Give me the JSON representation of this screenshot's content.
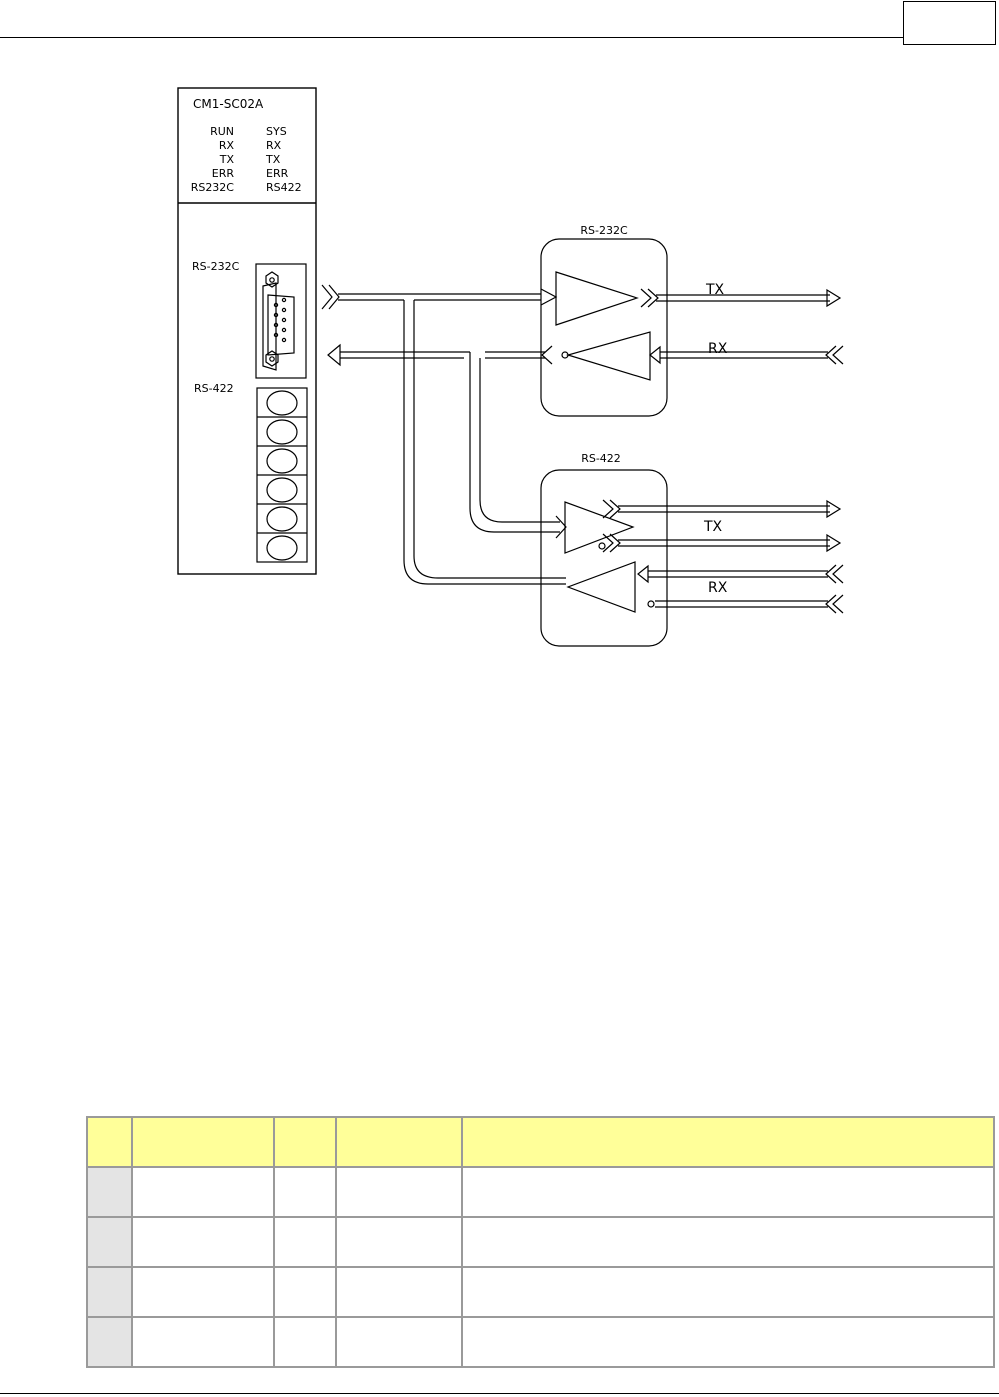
{
  "module": {
    "model": "CM1-SC02A",
    "leds_left": [
      "RUN",
      "RX",
      "TX",
      "ERR",
      "RS232C"
    ],
    "leds_right": [
      "SYS",
      "RX",
      "TX",
      "ERR",
      "RS422"
    ],
    "port_rs232c_label": "RS-232C",
    "port_rs422_label": "RS-422"
  },
  "rs232c_block": {
    "title": "RS-232C",
    "tx_label": "TX",
    "rx_label": "RX"
  },
  "rs422_block": {
    "title": "RS-422",
    "tx_label": "TX",
    "rx_label": "RX"
  },
  "table": {
    "header": [
      "",
      "",
      "",
      "",
      ""
    ],
    "rows": [
      [
        "",
        "",
        "",
        "",
        ""
      ],
      [
        "",
        "",
        "",
        "",
        ""
      ],
      [
        "",
        "",
        "",
        "",
        ""
      ],
      [
        "",
        "",
        "",
        "",
        ""
      ]
    ]
  }
}
